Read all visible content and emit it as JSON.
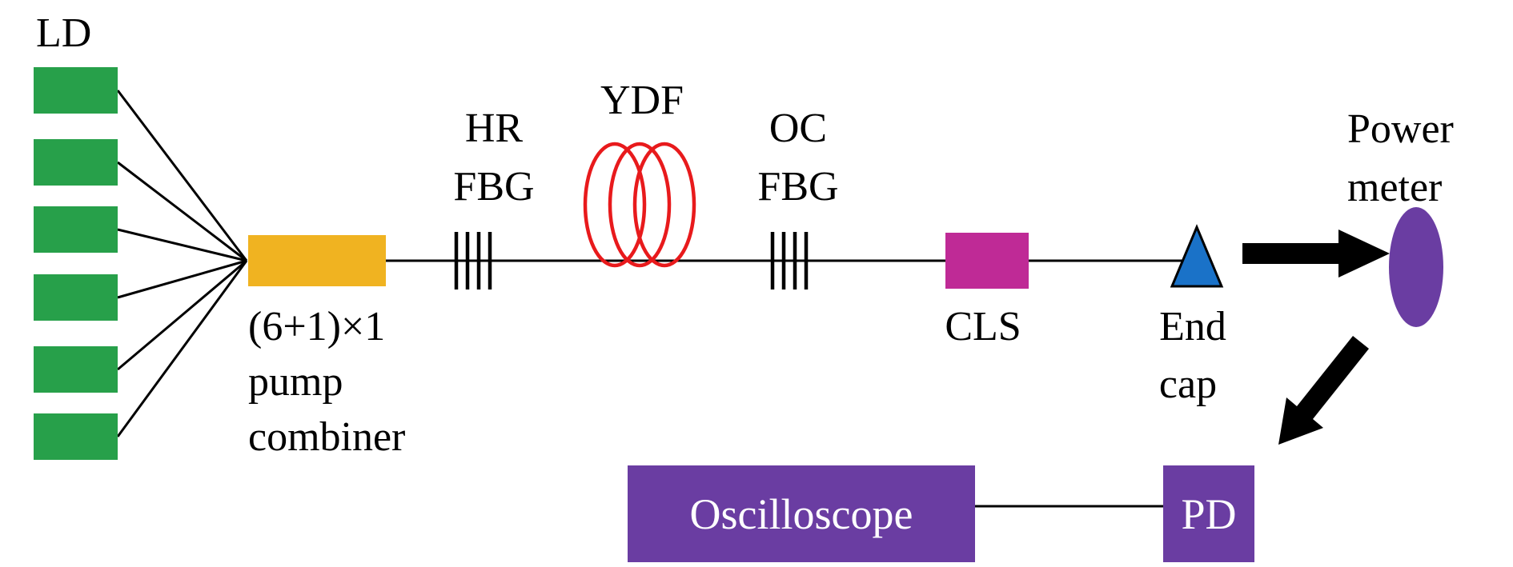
{
  "labels": {
    "ld": "LD",
    "combiner_line1": "(6+1)×1",
    "combiner_line2": "pump",
    "combiner_line3": "combiner",
    "hr_line1": "HR",
    "hr_line2": "FBG",
    "ydf": "YDF",
    "oc_line1": "OC",
    "oc_line2": "FBG",
    "cls": "CLS",
    "endcap_line1": "End",
    "endcap_line2": "cap",
    "power_line1": "Power",
    "power_line2": "meter",
    "oscilloscope": "Oscilloscope",
    "pd": "PD"
  },
  "colors": {
    "ld_green": "#27a04a",
    "combiner_orange": "#f0b321",
    "ydf_red": "#e81a1c",
    "cls_magenta": "#bf2a96",
    "endcap_blue": "#1a72c8",
    "device_purple": "#6a3da2",
    "arrow_black": "#000000"
  }
}
